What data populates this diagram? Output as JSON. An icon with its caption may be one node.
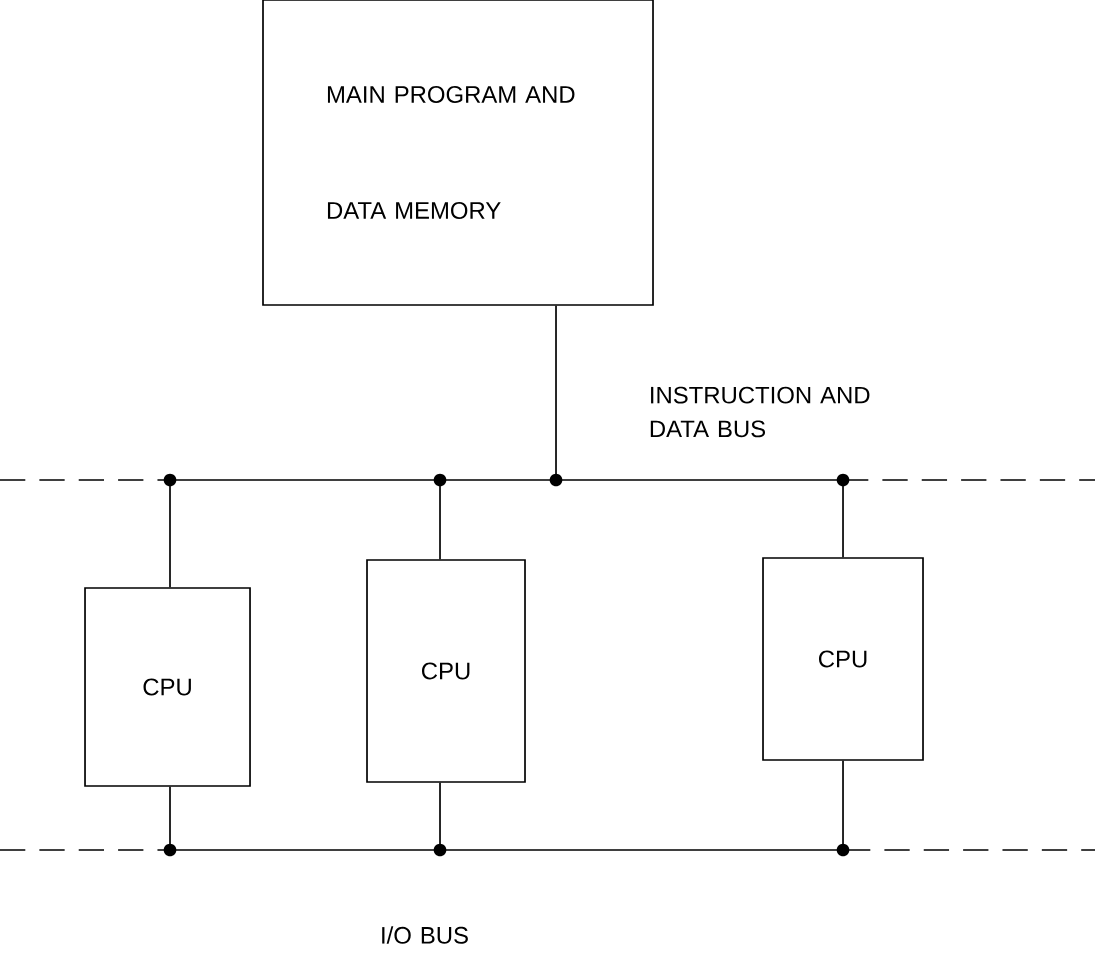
{
  "diagram": {
    "nodes": [
      {
        "text": [
          "MAIN PROGRAM AND DATA MEMORY"
        ]
      },
      {
        "text": [
          "CPU"
        ]
      },
      {
        "text": [
          "CPU"
        ]
      },
      {
        "text": [
          "CPU"
        ]
      },
      {
        "text": [
          "INSTRUCTION AND DATA BUS"
        ]
      },
      {
        "text": [
          "I/O BUS"
        ]
      }
    ],
    "edges": [
      {
        "from": 0,
        "to": 4,
        "arrow": "none"
      },
      {
        "from": 1,
        "to": 4,
        "arrow": "none"
      },
      {
        "from": 2,
        "to": 4,
        "arrow": "none"
      },
      {
        "from": 3,
        "to": 4,
        "arrow": "none"
      },
      {
        "from": 1,
        "to": 5,
        "arrow": "none"
      },
      {
        "from": 2,
        "to": 5,
        "arrow": "none"
      },
      {
        "from": 3,
        "to": 5,
        "arrow": "none"
      }
    ]
  }
}
